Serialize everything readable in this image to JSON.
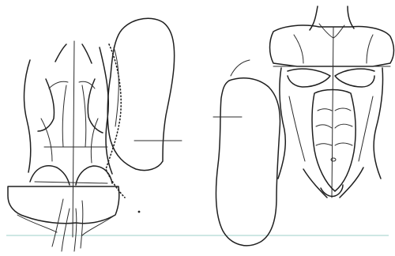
{
  "figures": [
    {
      "id": "back-view",
      "parts": [
        "shoulder-blades",
        "spine",
        "back-muscles",
        "hips"
      ]
    },
    {
      "id": "shoulder-mass",
      "parts": [
        "oval-block"
      ]
    },
    {
      "id": "hip-mass",
      "parts": [
        "oval-block"
      ]
    },
    {
      "id": "front-view",
      "parts": [
        "neck",
        "chest",
        "abdomen",
        "navel"
      ]
    }
  ],
  "colors": {
    "ink": "#1f1f1f",
    "paper": "#ffffff",
    "guide_line": "#9ccfc9"
  }
}
